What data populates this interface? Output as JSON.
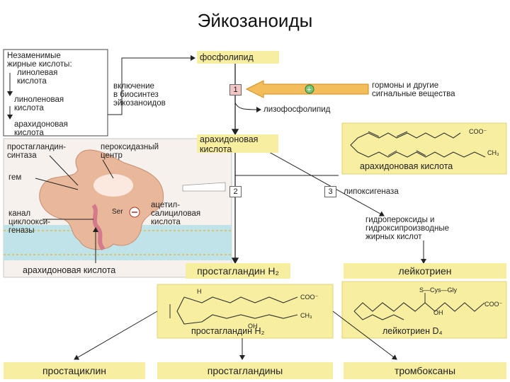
{
  "title": "Эйкозаноиды",
  "essential_box": {
    "line1": "Незаменимые",
    "line2": "жирные кислоты:",
    "item1a": "линолевая",
    "item1b": "кислота",
    "item2a": "линоленовая",
    "item2b": "кислота",
    "item3a": "арахидоновая",
    "item3b": "кислота"
  },
  "inclusion": {
    "line1": "включение",
    "line2": "в биосинтез",
    "line3": "эйкозаноидов"
  },
  "phospholipid": "фосфолипид",
  "hormones": {
    "line1": "гормоны и другие",
    "line2": "сигнальные вещества"
  },
  "lysophospholipid": "лизофосфолипид",
  "arachidonic_main": {
    "line1": "арахидоновая",
    "line2": "кислота"
  },
  "arachidonic_struct_label": "арахидоновая кислота",
  "coo": "COO⁻",
  "ch3": "CH₃",
  "synthase": {
    "line1": "простагландин-",
    "line2": "синтаза"
  },
  "peroxidase": {
    "line1": "пероксидазный",
    "line2": "центр"
  },
  "heme": "гем",
  "channel": {
    "line1": "канал",
    "line2": "циклоокси-",
    "line3": "геназы"
  },
  "ser": "Ser",
  "aspirin": {
    "line1": "ацетил-",
    "line2": "салициловая",
    "line3": "кислота"
  },
  "arachidonic_bottom": "арахидоновая кислота",
  "steps": [
    "1",
    "2",
    "3"
  ],
  "lipoxygenase": "липоксигеназа",
  "hydroperoxides": {
    "line1": "гидропероксиды и",
    "line2": "гидроксипроизводные",
    "line3": "жирных кислот"
  },
  "pgh2": "простагландин H₂",
  "leukotriene": "лейкотриен",
  "pgh2_struct": "простагландин H₂",
  "oh": "OH",
  "h": "H",
  "ltd4": "лейкотриен D₄",
  "cys_gly": "S—Cys—Gly",
  "prostacyclin": "простациклин",
  "prostaglandins": "простагландины",
  "thromboxanes": "тромбоксаны",
  "colors": {
    "yellow": "#f7eea0",
    "enzyme": "#e9b79a",
    "membrane": "#bfe3e8",
    "arrow": "#e8a23a"
  }
}
